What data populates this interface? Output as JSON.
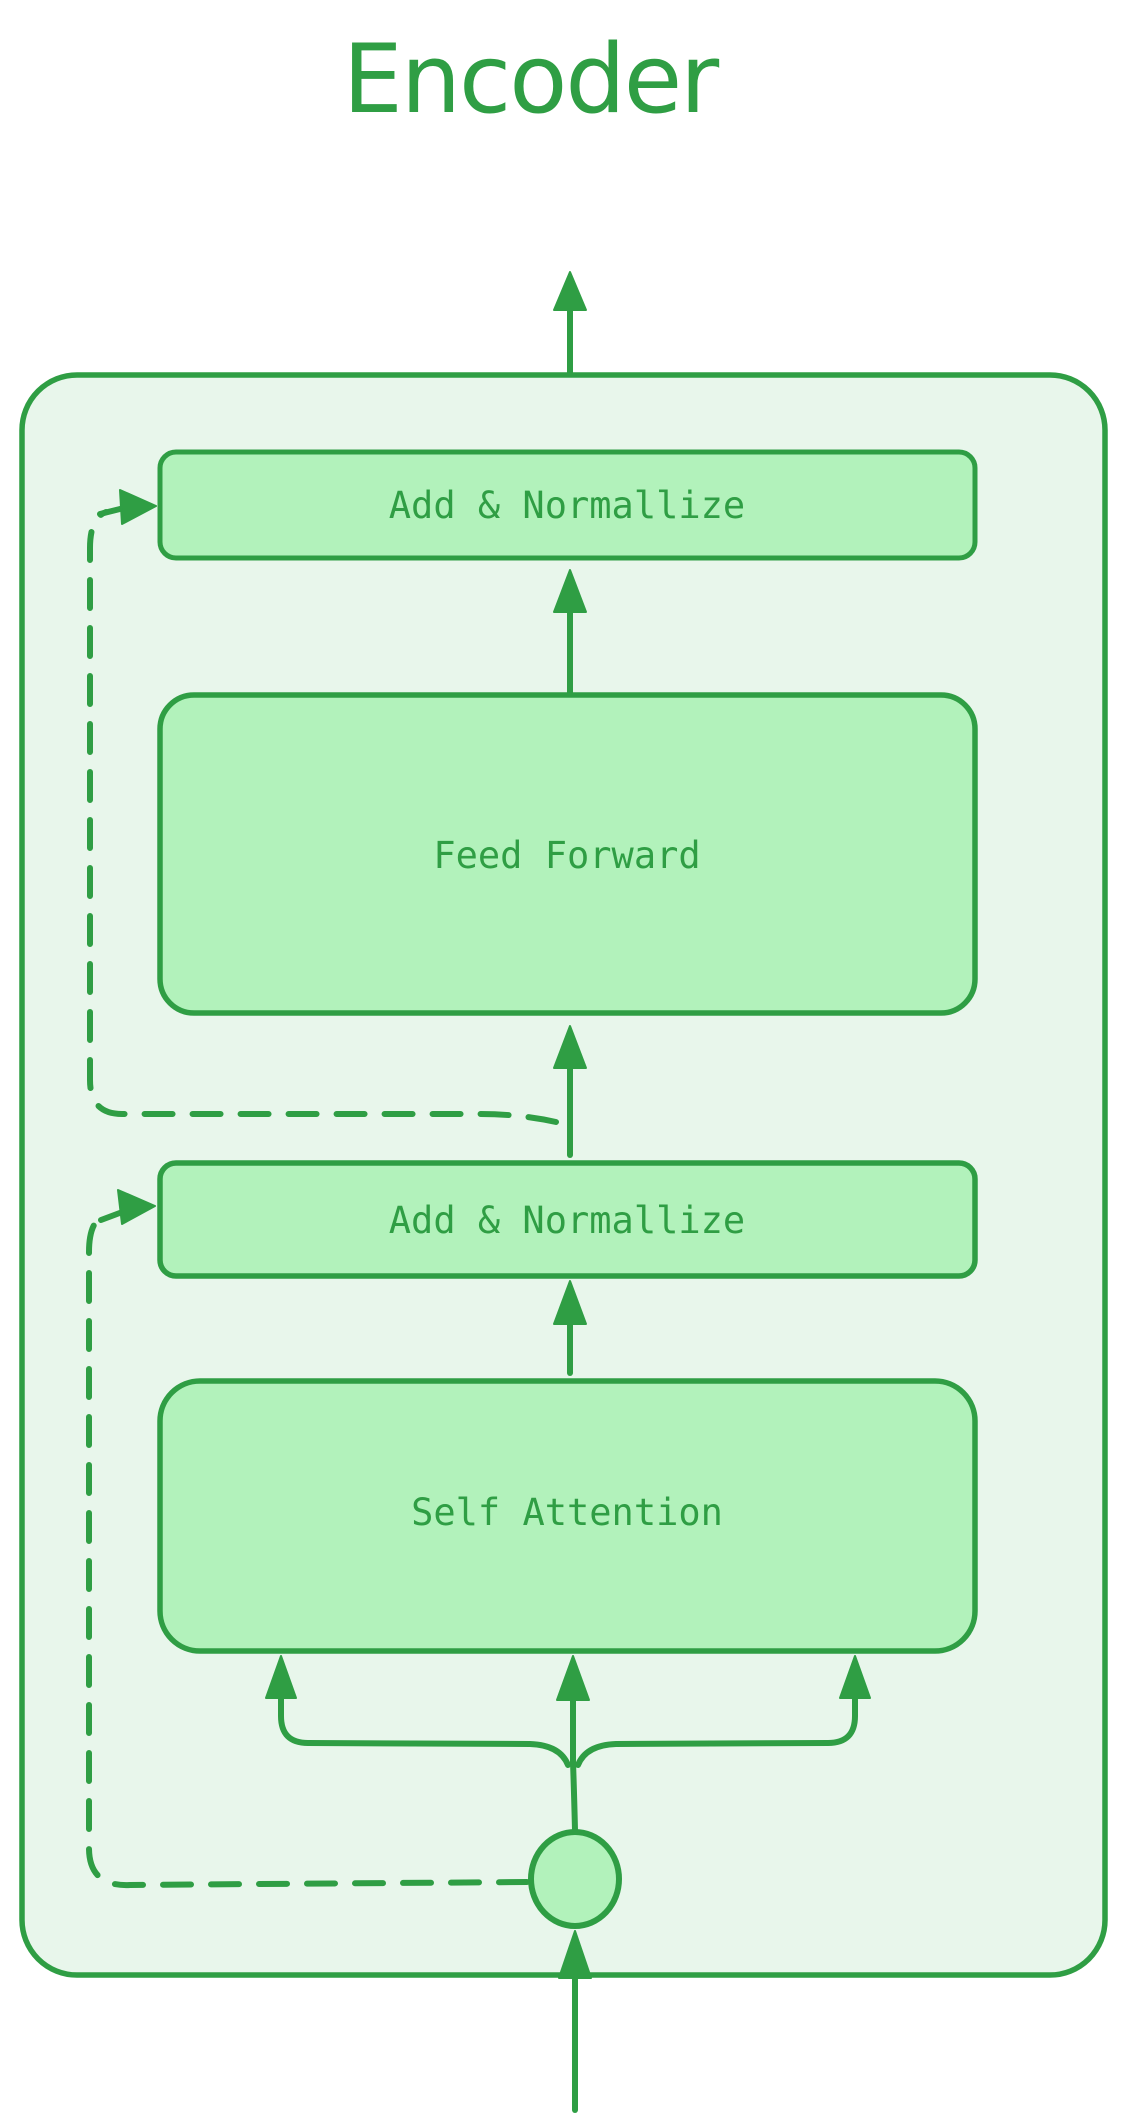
{
  "title": "Encoder",
  "colors": {
    "stroke": "#2f9e44",
    "node-fill": "#b2f2bb",
    "container-fill": "#e8f6eb",
    "background": "#ffffff"
  },
  "nodes": {
    "add_norm_top": {
      "label": "Add & Normallize"
    },
    "feed_forward": {
      "label": "Feed Forward"
    },
    "add_norm_bottom": {
      "label": "Add & Normallize"
    },
    "self_attention": {
      "label": "Self Attention"
    }
  }
}
